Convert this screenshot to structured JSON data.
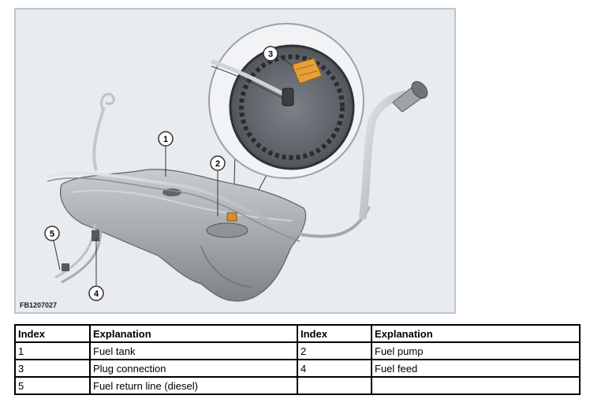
{
  "figure": {
    "code": "FB1207027",
    "callouts": [
      "1",
      "2",
      "3",
      "4",
      "5"
    ]
  },
  "legend": {
    "headers": [
      "Index",
      "Explanation",
      "Index",
      "Explanation"
    ],
    "rows": [
      [
        "1",
        "Fuel tank",
        "2",
        "Fuel pump"
      ],
      [
        "3",
        "Plug connection",
        "4",
        "Fuel feed"
      ],
      [
        "5",
        "Fuel return line (diesel)",
        "",
        ""
      ]
    ]
  }
}
